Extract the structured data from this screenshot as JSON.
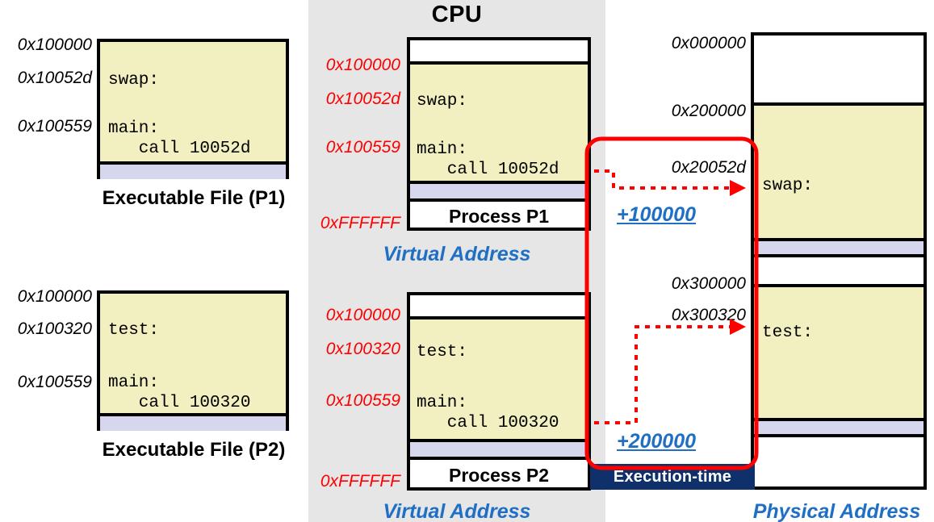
{
  "cpu": {
    "title": "CPU"
  },
  "colors": {
    "code_segment": "#f2f0c0",
    "data_segment": "#d6d6ef",
    "virtual_addr_text": "#1f6fc4",
    "red_addr_text": "#ff0000",
    "exec_badge_bg": "#10306b",
    "arrow_red": "#ff0000",
    "cpu_panel_bg": "#e6e6e6"
  },
  "exec_files": [
    {
      "caption": "Executable File (P1)",
      "addresses": [
        "0x100000",
        "0x10052d",
        "0x100559"
      ],
      "code": [
        "swap:",
        "main:",
        "   call 10052d"
      ]
    },
    {
      "caption": "Executable File (P2)",
      "addresses": [
        "0x100000",
        "0x100320",
        "0x100559"
      ],
      "code": [
        "test:",
        "main:",
        "   call 100320"
      ]
    }
  ],
  "processes": [
    {
      "label": "Process P1",
      "addresses": [
        "0x100000",
        "0x10052d",
        "0x100559",
        "0xFFFFFF"
      ],
      "code": [
        "swap:",
        "main:",
        "   call 10052d"
      ],
      "space_label": "Virtual Address"
    },
    {
      "label": "Process P2",
      "addresses": [
        "0x100000",
        "0x100320",
        "0x100559",
        "0xFFFFFF"
      ],
      "code": [
        "test:",
        "main:",
        "   call 100320"
      ],
      "space_label": "Virtual Address"
    }
  ],
  "physical": {
    "space_label": "Physical Address",
    "addresses": [
      "0x000000",
      "0x200000",
      "0x20052d",
      "0x300000",
      "0x300320"
    ],
    "code": [
      "swap:",
      "test:"
    ]
  },
  "relocation": {
    "offsets": [
      "+100000",
      "+200000"
    ],
    "badge": "Execution-time"
  }
}
